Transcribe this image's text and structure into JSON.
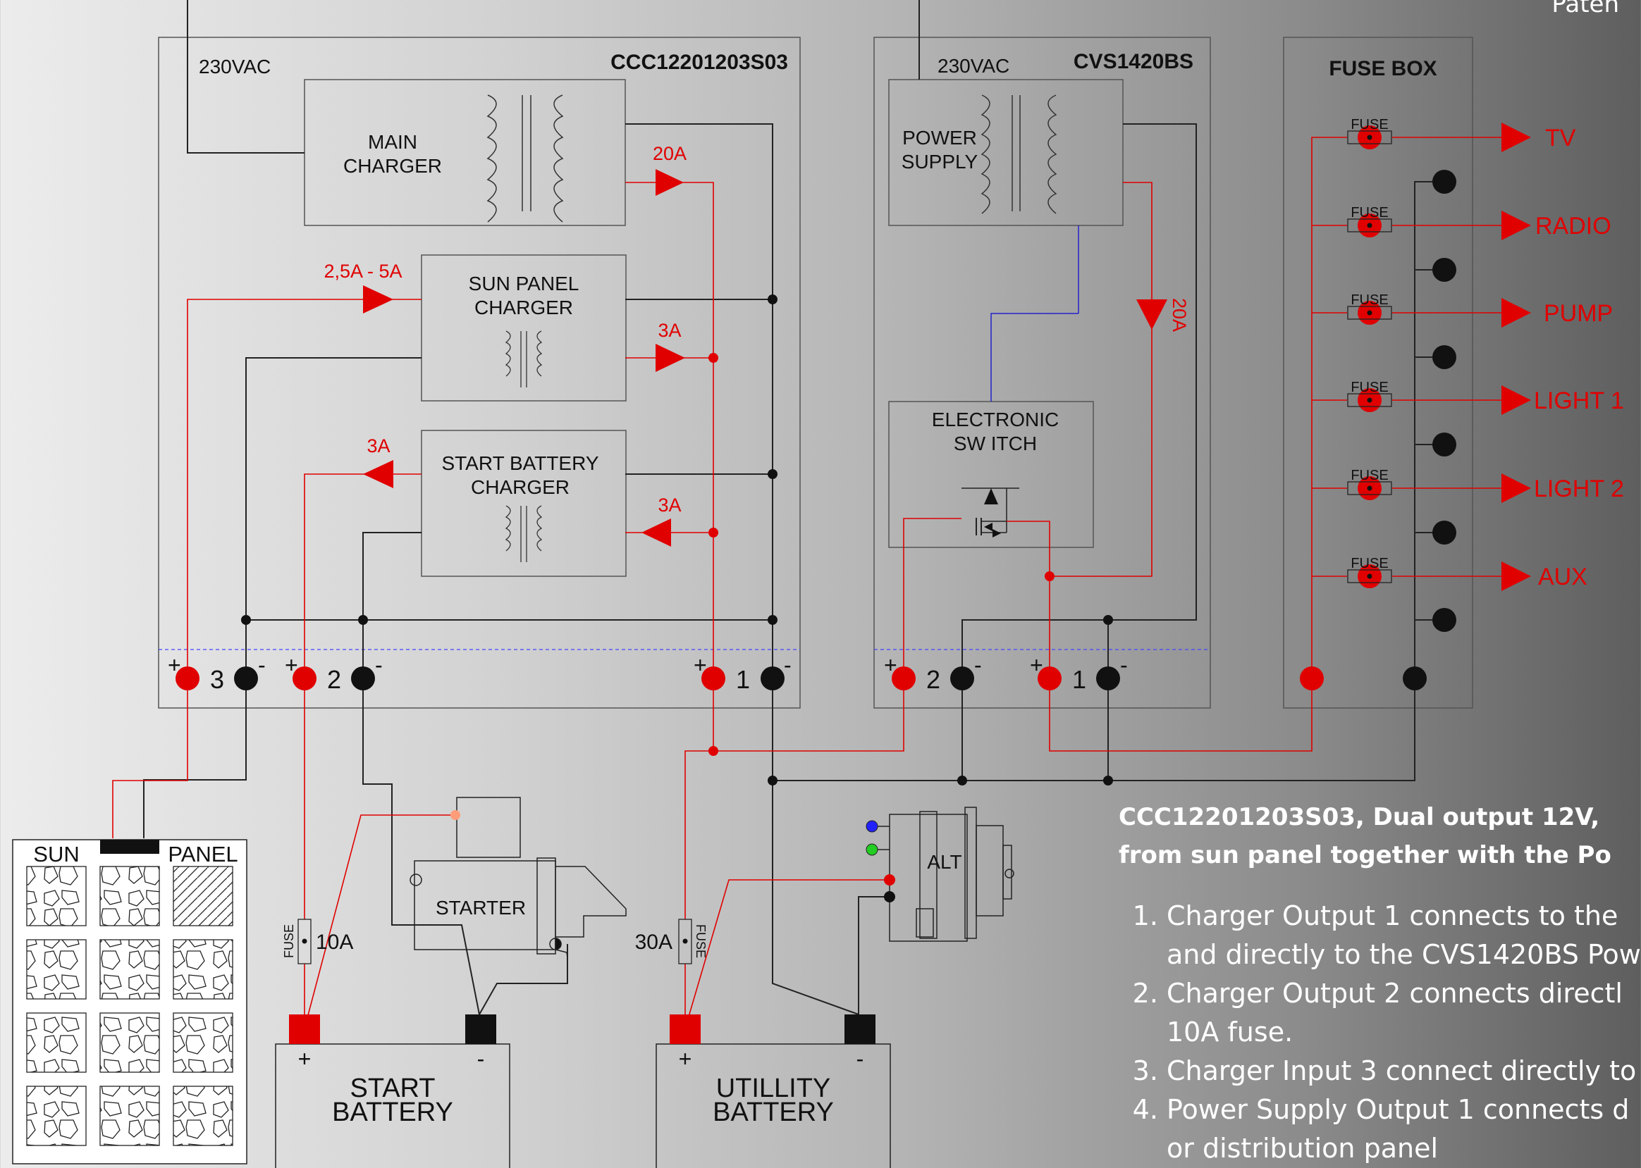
{
  "corner_text": "Paten",
  "charger_block": {
    "name": "CCC12201203S03",
    "ac": "230VAC",
    "main": "MAIN\nCHARGER",
    "sun": "SUN PANEL\nCHARGER",
    "start": "START BATTERY\nCHARGER",
    "ratings": {
      "main_out": "20A",
      "sun_in": "2,5A - 5A",
      "sun_out": "3A",
      "start_out": "3A",
      "start_in": "3A"
    }
  },
  "ps_block": {
    "name": "CVS1420BS",
    "ac": "230VAC",
    "ps": "POWER\nSUPPLY",
    "sw": "ELECTRONIC\nSW ITCH",
    "rating": "20A"
  },
  "fuse_box": {
    "title": "FUSE BOX",
    "fuse_label": "FUSE",
    "outputs": [
      "TV",
      "RADIO",
      "PUMP",
      "LIGHT 1",
      "LIGHT 2",
      "AUX"
    ]
  },
  "terminals": {
    "plus": "+",
    "minus": "-",
    "n1": "1",
    "n2": "2",
    "n3": "3"
  },
  "sun_panel": {
    "left": "SUN",
    "right": "PANEL"
  },
  "starter": "STARTER",
  "alternator": "ALT",
  "fuse_start": "10A",
  "fuse_util": "30A",
  "fuse_word": "FUSE",
  "start_battery": "START\nBATTERY",
  "utility_battery": "UTILLITY\nBATTERY",
  "colors": {
    "positive": "#e00000",
    "negative": "#000000",
    "control": "#2222cc",
    "bus": "#3333ff"
  },
  "description": {
    "heading_lines": [
      "CCC12201203S03, Dual output 12V,",
      "from sun panel together with the Po"
    ],
    "items": [
      [
        "Charger Output 1 connects to the",
        "and directly to the CVS1420BS Pow"
      ],
      [
        "Charger Output 2 connects directl",
        "10A fuse."
      ],
      [
        "Charger Input 3 connect directly to"
      ],
      [
        "Power Supply Output 1 connects d",
        "or distribution panel"
      ]
    ]
  }
}
